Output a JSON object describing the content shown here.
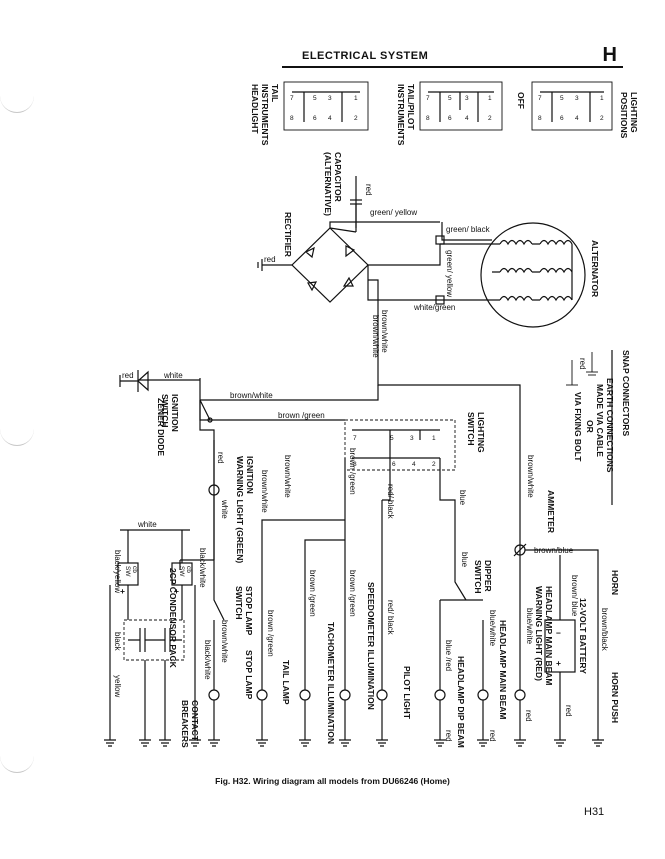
{
  "header": {
    "title": "ELECTRICAL SYSTEM",
    "section_letter": "H"
  },
  "caption": "Fig. H32.  Wiring diagram all models from DU66246 (Home)",
  "page_number": "H31",
  "legend": {
    "snap_connectors": "SNAP CONNECTORS",
    "earth_line1": "EARTH CONNECTIONS",
    "earth_line2": "MADE VIA CABLE",
    "earth_line3": "OR",
    "earth_line4": "VIA FIXING BOLT",
    "earth_wire": "red"
  },
  "lighting_positions": {
    "title_line1": "LIGHTING",
    "title_line2": "POSITIONS",
    "positions": [
      {
        "name_line1": "OFF",
        "name_line2": ""
      },
      {
        "name_line1": "TAIL/PILOT",
        "name_line2": "INSTRUMENTS"
      },
      {
        "name_line1": "TAIL",
        "name_line2": "INSTRUMENTS",
        "name_line3": "HEADLIGHT"
      }
    ],
    "terminals": [
      "1",
      "2",
      "3",
      "4",
      "5",
      "6",
      "7",
      "8"
    ]
  },
  "components": {
    "alternator": "ALTERNATOR",
    "rectifier": "RECTIFIER",
    "capacitor_line1": "CAPACITOR",
    "capacitor_line2": "(ALTERNATIVE)",
    "zener_diode": "ZENER DIODE",
    "ignition_switch_line1": "IGNITION",
    "ignition_switch_line2": "SWITCH",
    "lighting_switch_line1": "LIGHTING",
    "lighting_switch_line2": "SWITCH",
    "ammeter": "AMMETER",
    "horn": "HORN",
    "horn_push": "HORN PUSH",
    "battery_line1": "12-VOLT BATTERY",
    "battery_minus": "−",
    "battery_plus": "+",
    "main_beam_warning_line1": "HEADLAMP MAIN BEAM",
    "main_beam_warning_line2": "WARNING LIGHT (RED)",
    "headlamp_main_beam": "HEADLAMP MAIN BEAM",
    "headlamp_dip_beam": "HEADLAMP DIP BEAM",
    "dipper_switch_line1": "DIPPER",
    "dipper_switch_line2": "SWITCH",
    "pilot_light": "PILOT LIGHT",
    "speedometer_illumination": "SPEEDOMETER  ILLUMINATION",
    "tachometer_illumination": "TACHOMETER  ILLUMINATION",
    "tail_lamp": "TAIL LAMP",
    "stop_lamp": "STOP LAMP",
    "stop_lamp_switch_line1": "STOP LAMP",
    "stop_lamp_switch_line2": "SWITCH",
    "ignition_warning_line1": "IGNITION",
    "ignition_warning_line2": "WARNING LIGHT (GREEN)",
    "condensor_pack": "2CP CONDENSOR PACK",
    "contact_breakers_line1": "CONTACT",
    "contact_breakers_line2": "BREAKERS",
    "coil_sw": "SW",
    "coil_cb": "cb",
    "coil_plus": "+",
    "coil_minus": "−"
  },
  "wires": {
    "red": "red",
    "green_yellow": "green/ yellow",
    "green_black": "green/ black",
    "green_yellow_v": "green/ yellow",
    "white_green": "white/green",
    "brown_white": "brown/white",
    "brown_green": "brown /green",
    "white": "white",
    "red_black": "red/ black",
    "blue": "blue",
    "brown_blue": "brown/blue",
    "brown_blue_v": "brown/ blue",
    "brown_black": "brown/black",
    "blue_white": "blue/white",
    "blue_red": "blue /red",
    "black_white": "black/white",
    "black_yellow": "black/yellow",
    "black": "black",
    "yellow": "yellow"
  }
}
